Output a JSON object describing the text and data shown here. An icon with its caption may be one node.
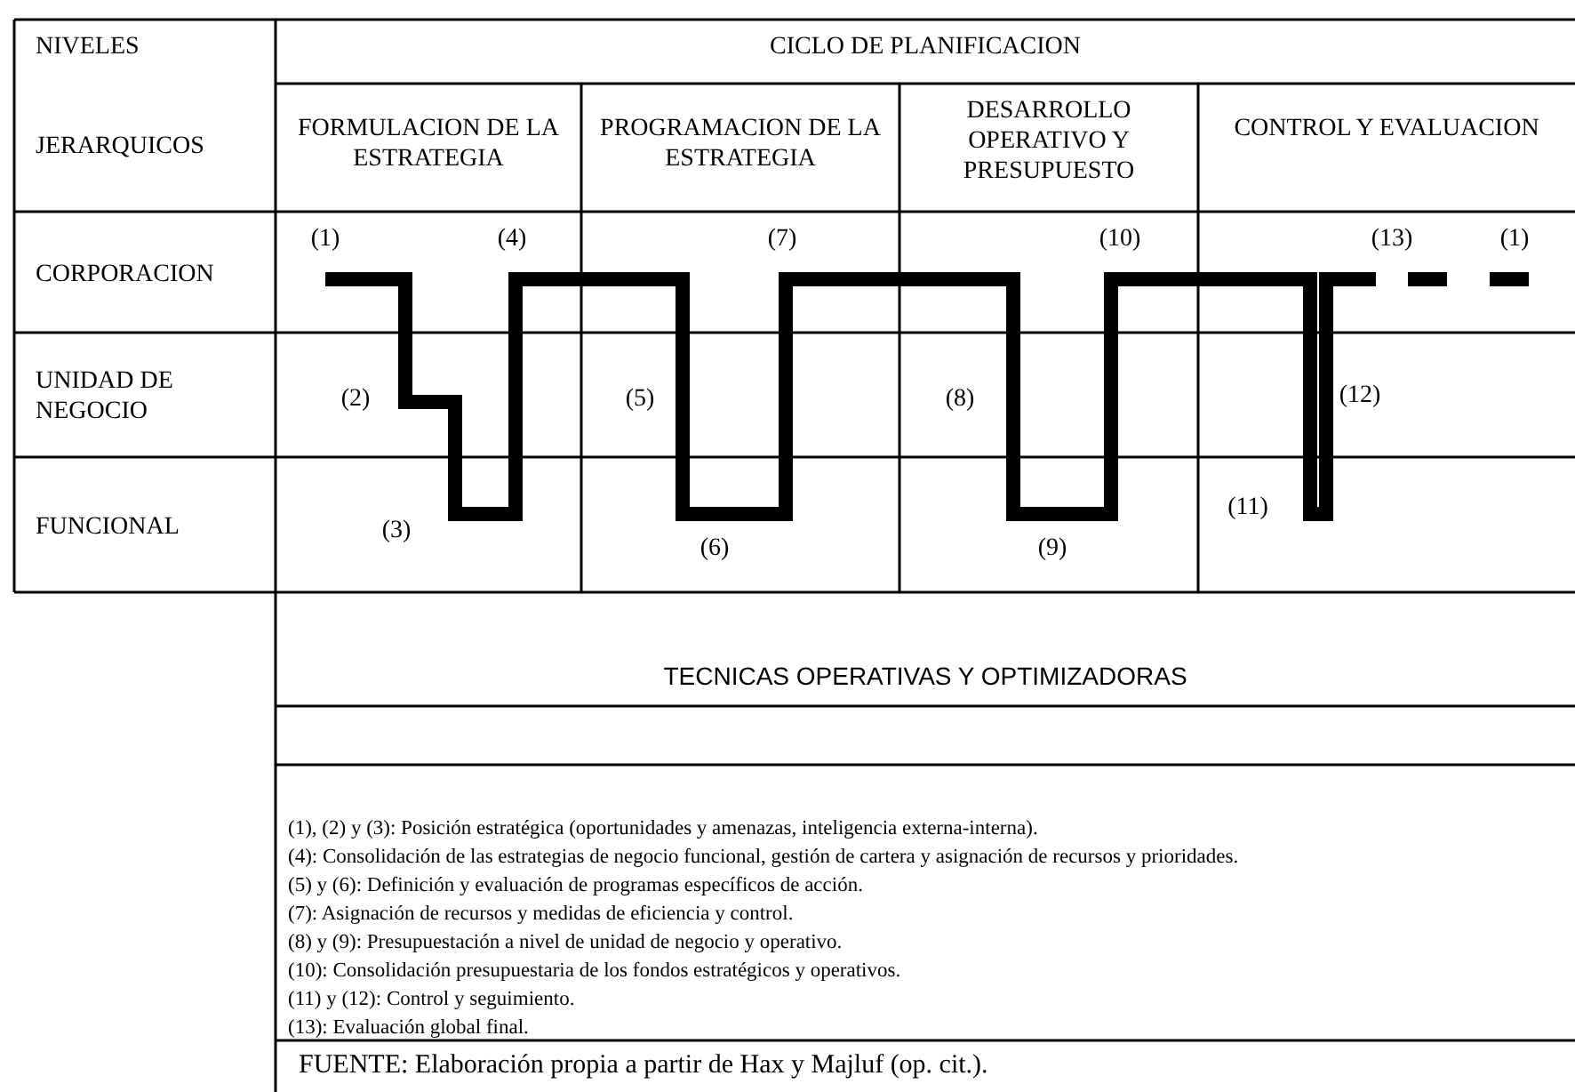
{
  "diagram": {
    "caption": "FUENTE: Elaboración propia a partir de Hax y Majluf (op. cit.).",
    "labels": [
      "NIVELES",
      "CICLO DE PLANIFICACION",
      "JERARQUICOS",
      "FORMULACION DE LA ESTRATEGIA",
      "PROGRAMACION DE LA ESTRATEGIA",
      "DESARROLLO OPERATIVO Y PRESUPUESTO",
      "CONTROL Y EVALUACION",
      "CORPORACION",
      "(1)",
      "(4)",
      "(7)",
      "(10)",
      "(13)",
      "(1)",
      "UNIDAD DE NEGOCIO",
      "(2)",
      "(5)",
      "(8)",
      "(12)",
      "FUNCIONAL",
      "(3)",
      "(11)",
      "(6)",
      "(9)",
      "TECNICAS OPERATIVAS Y OPTIMIZADORAS",
      "(1), (2) y (3): Posición estratégica (oportunidades y amenazas, inteligencia externa-interna).",
      "(4): Consolidación de las estrategias de negocio funcional, gestión de cartera y asignación de recursos y prioridades.",
      "(5) y (6): Definición y evaluación de programas específicos de acción.",
      "(7): Asignación de recursos y medidas de eficiencia y control.",
      "(8) y (9): Presupuestación a nivel de unidad de negocio y operativo.",
      "(10): Consolidación presupuestaria de los fondos estratégicos y operativos.",
      "(11) y (12): Control y seguimiento.",
      "(13): Evaluación global final."
    ]
  }
}
